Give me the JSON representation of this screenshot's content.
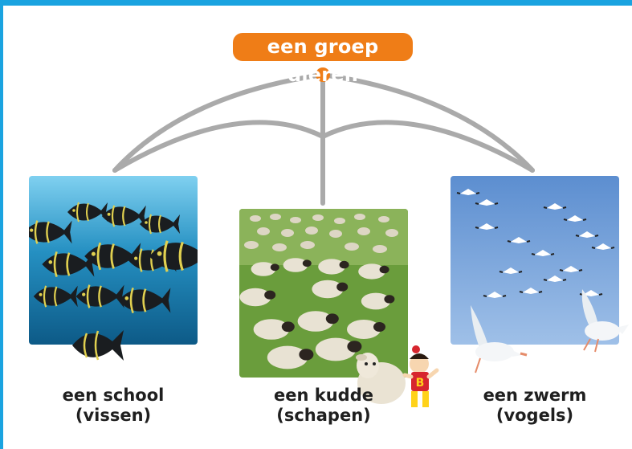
{
  "title": "een groep dieren",
  "groups": [
    {
      "line1": "een school",
      "line2": "(vissen)",
      "image": "fish-school-photo"
    },
    {
      "line1": "een kudde",
      "line2": "(schapen)",
      "image": "sheep-flock-photo"
    },
    {
      "line1": "een zwerm",
      "line2": "(vogels)",
      "image": "bird-swarm-photo"
    }
  ],
  "mascot_letter": "B",
  "colors": {
    "accent": "#ef7d17",
    "frame": "#1aa3e0",
    "connector": "#aaaaaa"
  }
}
